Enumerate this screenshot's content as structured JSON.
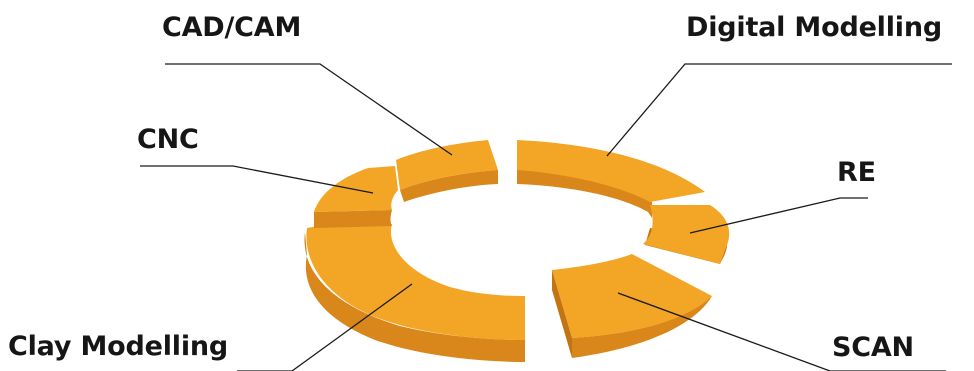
{
  "diagram": {
    "segments": [
      {
        "id": "cadcam",
        "label": "CAD/CAM"
      },
      {
        "id": "digital",
        "label": "Digital Modelling"
      },
      {
        "id": "cnc",
        "label": "CNC"
      },
      {
        "id": "re",
        "label": "RE"
      },
      {
        "id": "clay",
        "label": "Clay Modelling"
      },
      {
        "id": "scan",
        "label": "SCAN"
      }
    ]
  },
  "colors": {
    "ring_top": "#F3A526",
    "ring_side": "#D9861A",
    "ring_side_dark": "#C27413",
    "text": "#161616",
    "leader_line": "#1a1a1a"
  }
}
